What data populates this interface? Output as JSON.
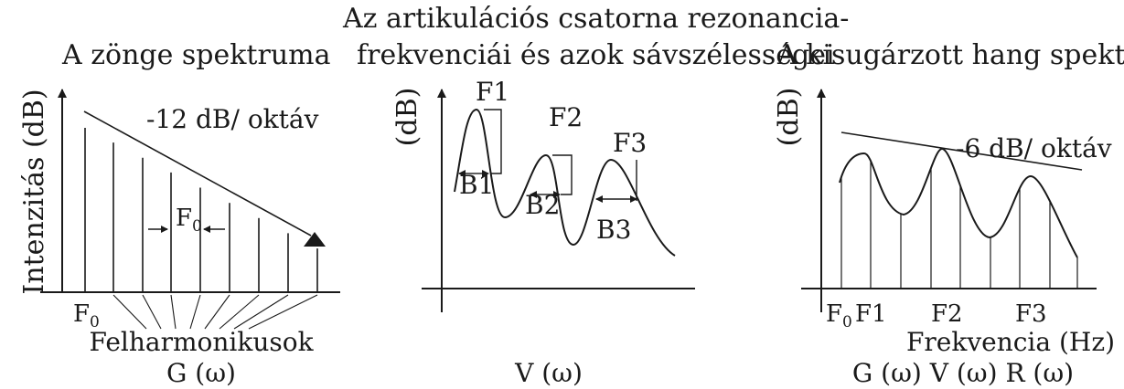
{
  "panels": {
    "glottal": {
      "title": "A zönge spektruma",
      "y_axis_label": "Intenzitás (dB)",
      "slope_label": "-12 dB/ oktáv",
      "interval_label": "F",
      "interval_sub": "0",
      "f0_label": "F",
      "f0_sub": "0",
      "harmonics_label": "Felharmonikusok",
      "function_label": "G (ω)"
    },
    "vocal_tract": {
      "title_line1": "Az artikulációs csatorna rezonancia-",
      "title_line2": "frekvenciái és azok sávszélességei",
      "y_axis_label": "(dB)",
      "peaks": [
        {
          "formant": "F1",
          "bandwidth": "B1"
        },
        {
          "formant": "F2",
          "bandwidth": "B2"
        },
        {
          "formant": "F3",
          "bandwidth": "B3"
        }
      ],
      "function_label": "V (ω)"
    },
    "radiated": {
      "title": "A kisugárzott hang spektruma",
      "y_axis_label": "(dB)",
      "slope_label": "-6 dB/ oktáv",
      "tick_labels": [
        {
          "main": "F",
          "sub": "0"
        },
        {
          "main": "F1"
        },
        {
          "main": "F2"
        },
        {
          "main": "F3"
        }
      ],
      "x_axis_label": "Frekvencia (Hz)",
      "function_label": "G (ω) V (ω) R (ω)"
    }
  }
}
